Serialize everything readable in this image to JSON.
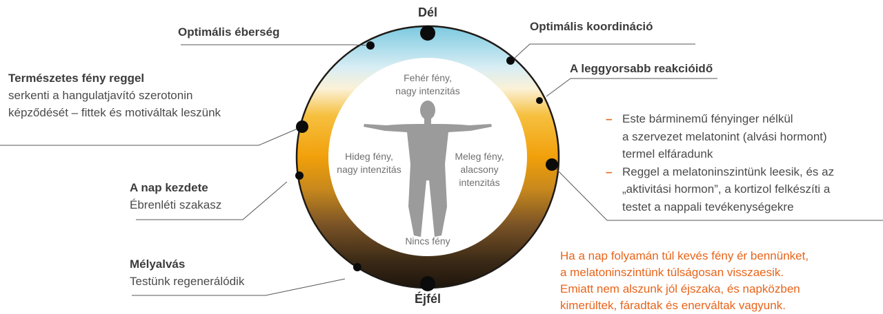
{
  "poles": {
    "top": "Dél",
    "bottom": "Éjfél"
  },
  "labels": {
    "alertness": "Optimális éberség",
    "coordination": "Optimális koordináció",
    "reaction": "A leggyorsabb reakcióidő",
    "natural_light_title": "Természetes fény reggel",
    "natural_light_line1": "serkenti a hangulatjavító szerotonin",
    "natural_light_line2": "képződését – fittek és motiváltak leszünk",
    "day_start_title": "A nap kezdete",
    "day_start_sub": "Ébrenléti szakasz",
    "deep_sleep_title": "Mélyalvás",
    "deep_sleep_sub": "Testünk regenerálódik"
  },
  "inner": {
    "top_line1": "Fehér fény,",
    "top_line2": "nagy intenzitás",
    "left_line1": "Hideg fény,",
    "left_line2": "nagy intenzitás",
    "right_line1": "Meleg fény,",
    "right_line2": "alacsony",
    "right_line3": "intenzitás",
    "bottom": "Nincs fény"
  },
  "bullets": {
    "b1_line1": "Este bárminemű fényinger nélkül",
    "b1_line2": "a szervezet melatonint (alvási hormont)",
    "b1_line3": "termel elfáradunk",
    "b2_line1": "Reggel a melatoninszintünk leesik, és az",
    "b2_line2": "„aktivitási hormon”, a kortizol felkészíti a",
    "b2_line3": "testet a nappali tevékenységekre",
    "dash": "–"
  },
  "warning": {
    "line1": "Ha a nap folyamán túl kevés fény ér bennünket,",
    "line2": "a melatoninszintünk túlságosan visszaesik.",
    "line3": "Emiatt nem alszunk jól éjszaka, és napközben",
    "line4": "kimerültek, fáradtak és enerváltak vagyunk."
  },
  "colors": {
    "noon_blue": "#7cc9e0",
    "gold": "#f3a90b",
    "dark": "#2a1d12",
    "accent_orange": "#e8641a",
    "line_gray": "#555555"
  }
}
